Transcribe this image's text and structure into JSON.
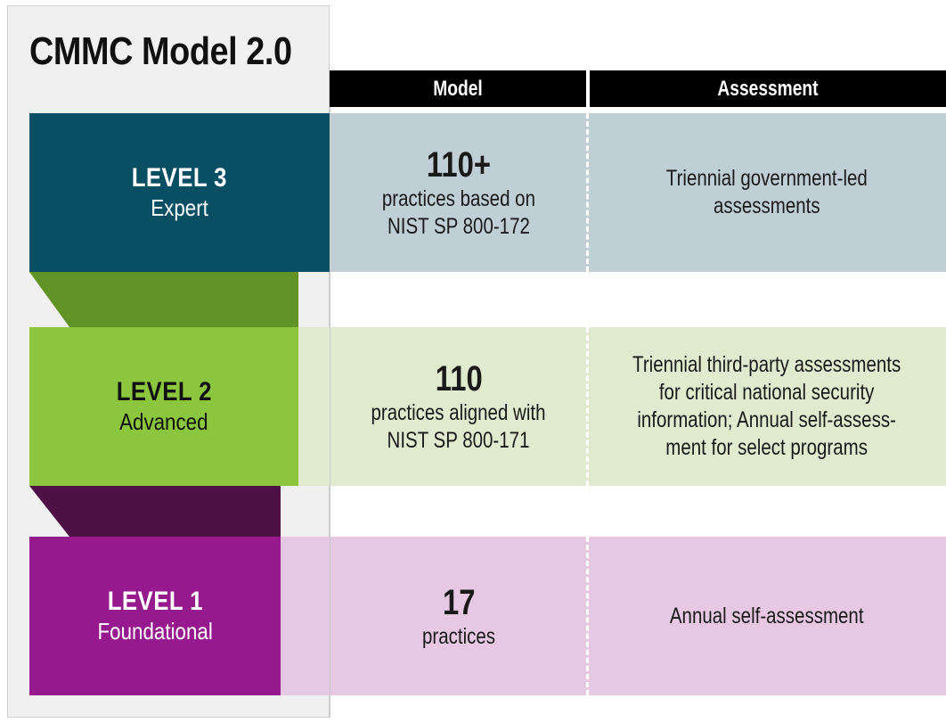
{
  "title": "CMMC Model 2.0",
  "columns": {
    "model": "Model",
    "assessment": "Assessment"
  },
  "colors": {
    "level3": "#094f64",
    "level3_tint": "#c0cfd5",
    "level2": "#8cc63f",
    "level2_connector": "#629327",
    "level2_tint": "#dfeacf",
    "level1": "#96198e",
    "level1_connector": "#4e1146",
    "level1_tint": "#e6c8e2",
    "header_bar": "#000000",
    "panel_background": "#eff0ef"
  },
  "levels": [
    {
      "name": "LEVEL 3",
      "descriptor": "Expert",
      "model_count": "110+",
      "model_desc_line1": "practices based on",
      "model_desc_line2": "NIST SP 800-172",
      "assessment_line1": "Triennial government-led",
      "assessment_line2": "assessments",
      "assessment_line3": "",
      "assessment_line4": ""
    },
    {
      "name": "LEVEL 2",
      "descriptor": "Advanced",
      "model_count": "110",
      "model_desc_line1": "practices aligned with",
      "model_desc_line2": "NIST SP 800-171",
      "assessment_line1": "Triennial third-party assessments",
      "assessment_line2": "for critical national security",
      "assessment_line3": "information; Annual self-assess-",
      "assessment_line4": "ment for select programs"
    },
    {
      "name": "LEVEL 1",
      "descriptor": "Foundational",
      "model_count": "17",
      "model_desc_line1": "practices",
      "model_desc_line2": "",
      "assessment_line1": "Annual self-assessment",
      "assessment_line2": "",
      "assessment_line3": "",
      "assessment_line4": ""
    }
  ]
}
